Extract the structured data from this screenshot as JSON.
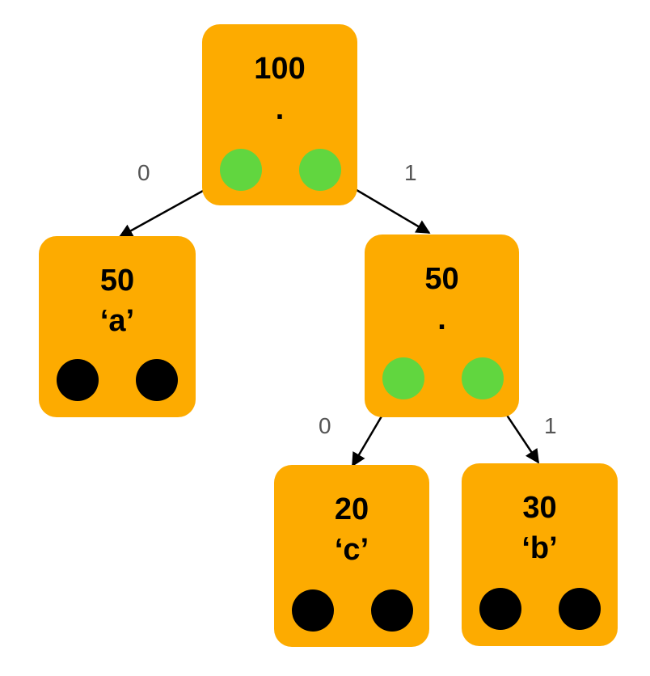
{
  "nodes": {
    "root": {
      "weight": "100",
      "symbol": "."
    },
    "a": {
      "weight": "50",
      "symbol": "‘a’"
    },
    "mid": {
      "weight": "50",
      "symbol": "."
    },
    "c": {
      "weight": "20",
      "symbol": "‘c’"
    },
    "b": {
      "weight": "30",
      "symbol": "‘b’"
    }
  },
  "edges": {
    "root_left": {
      "label": "0"
    },
    "root_right": {
      "label": "1"
    },
    "mid_left": {
      "label": "0"
    },
    "mid_right": {
      "label": "1"
    }
  },
  "colors": {
    "node_fill": "#fdab00",
    "child_pointer": "#61d63f",
    "null_pointer": "#000000",
    "edge": "#000000"
  }
}
